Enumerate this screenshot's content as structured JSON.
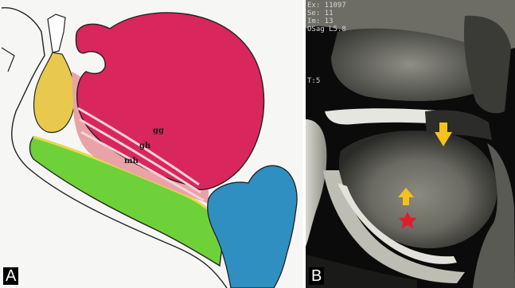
{
  "panel_a": {
    "letter": "A",
    "labels": {
      "gg": "gg",
      "gh": "gh",
      "mh": "mh"
    }
  },
  "panel_b": {
    "letter": "B",
    "overlay_lines": [
      "Ex: 11097",
      "Se: 11",
      "Im: 13",
      "OSag L5.8"
    ],
    "side_label": "T:5"
  },
  "colors": {
    "tongue_magenta": "#d9265c",
    "jaw_green": "#6fd13a",
    "hyoid_yellow": "#e8c94d",
    "larynx_blue": "#2f8fc0",
    "arrow_yellow": "#f4c21a",
    "star_red": "#e21b2a"
  },
  "icons": {
    "thick_arrow": "down-arrow-icon",
    "thin_arrow": "up-arrow-icon",
    "star": "star-icon"
  }
}
